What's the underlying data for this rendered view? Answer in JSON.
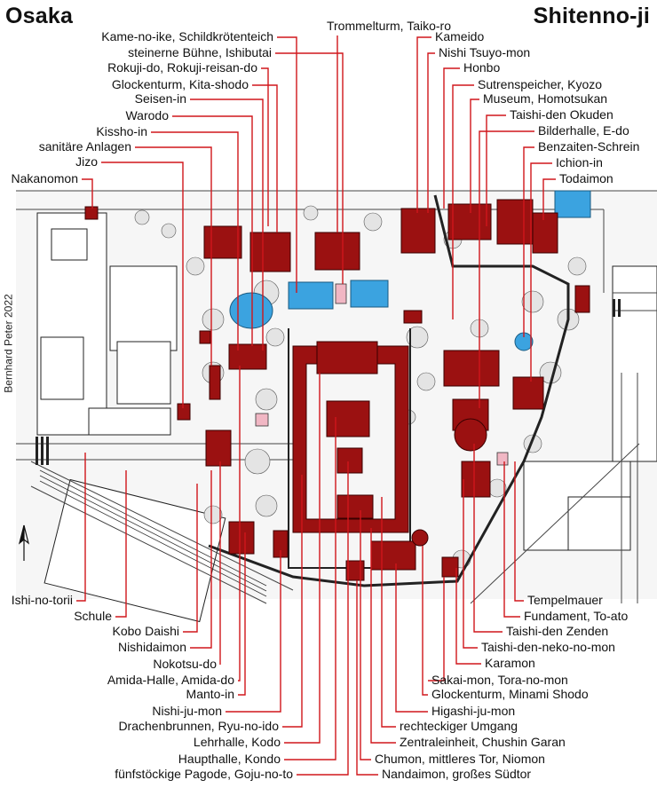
{
  "header": {
    "city": "Osaka",
    "temple": "Shitenno-ji"
  },
  "credit": "Bernhard Peter 2022",
  "north_label": "N",
  "colors": {
    "building": "#9b1111",
    "building_outline": "#3a0000",
    "water": "#3ba3e0",
    "leader_line": "#d0161b",
    "pink": "#f1b7c4",
    "tree": "#e6e6e6",
    "street": "#ffffff",
    "block": "#f4f4f4"
  },
  "labels": {
    "top_center": "Trommelturm, Taiko-ro",
    "left": [
      "Kame-no-ike, Schildkrötenteich",
      "steinerne Bühne, Ishibutai",
      "Rokuji-do, Rokuji-reisan-do",
      "Glockenturm, Kita-shodo",
      "Seisen-in",
      "Warodo",
      "Kissho-in",
      "sanitäre Anlagen",
      "Jizo",
      "Nakanomon"
    ],
    "right": [
      "Kameido",
      "Nishi Tsuyo-mon",
      "Honbo",
      "Sutrenspeicher, Kyozo",
      "Museum, Homotsukan",
      "Taishi-den Okuden",
      "Bilderhalle, E-do",
      "Benzaiten-Schrein",
      "Ichion-in",
      "Todaimon"
    ],
    "bottom_left": [
      "Ishi-no-torii",
      "Schule",
      "Kobo Daishi",
      "Nishidaimon",
      "Nokotsu-do",
      "Amida-Halle, Amida-do",
      "Manto-in",
      "Nishi-ju-mon",
      "Drachenbrunnen, Ryu-no-ido",
      "Lehrhalle, Kodo",
      "Haupthalle, Kondo",
      "fünfstöckige Pagode, Goju-no-to"
    ],
    "bottom_right": [
      "Tempelmauer",
      "Fundament, To-ato",
      "Taishi-den Zenden",
      "Taishi-den-neko-no-mon",
      "Karamon",
      "Sakai-mon, Tora-no-mon",
      "Glockenturm, Minami Shodo",
      "Higashi-ju-mon",
      "rechteckiger Umgang",
      "Zentraleinheit, Chushin Garan",
      "Chumon, mittleres Tor, Niomon",
      "Nandaimon, großes Südtor"
    ]
  }
}
